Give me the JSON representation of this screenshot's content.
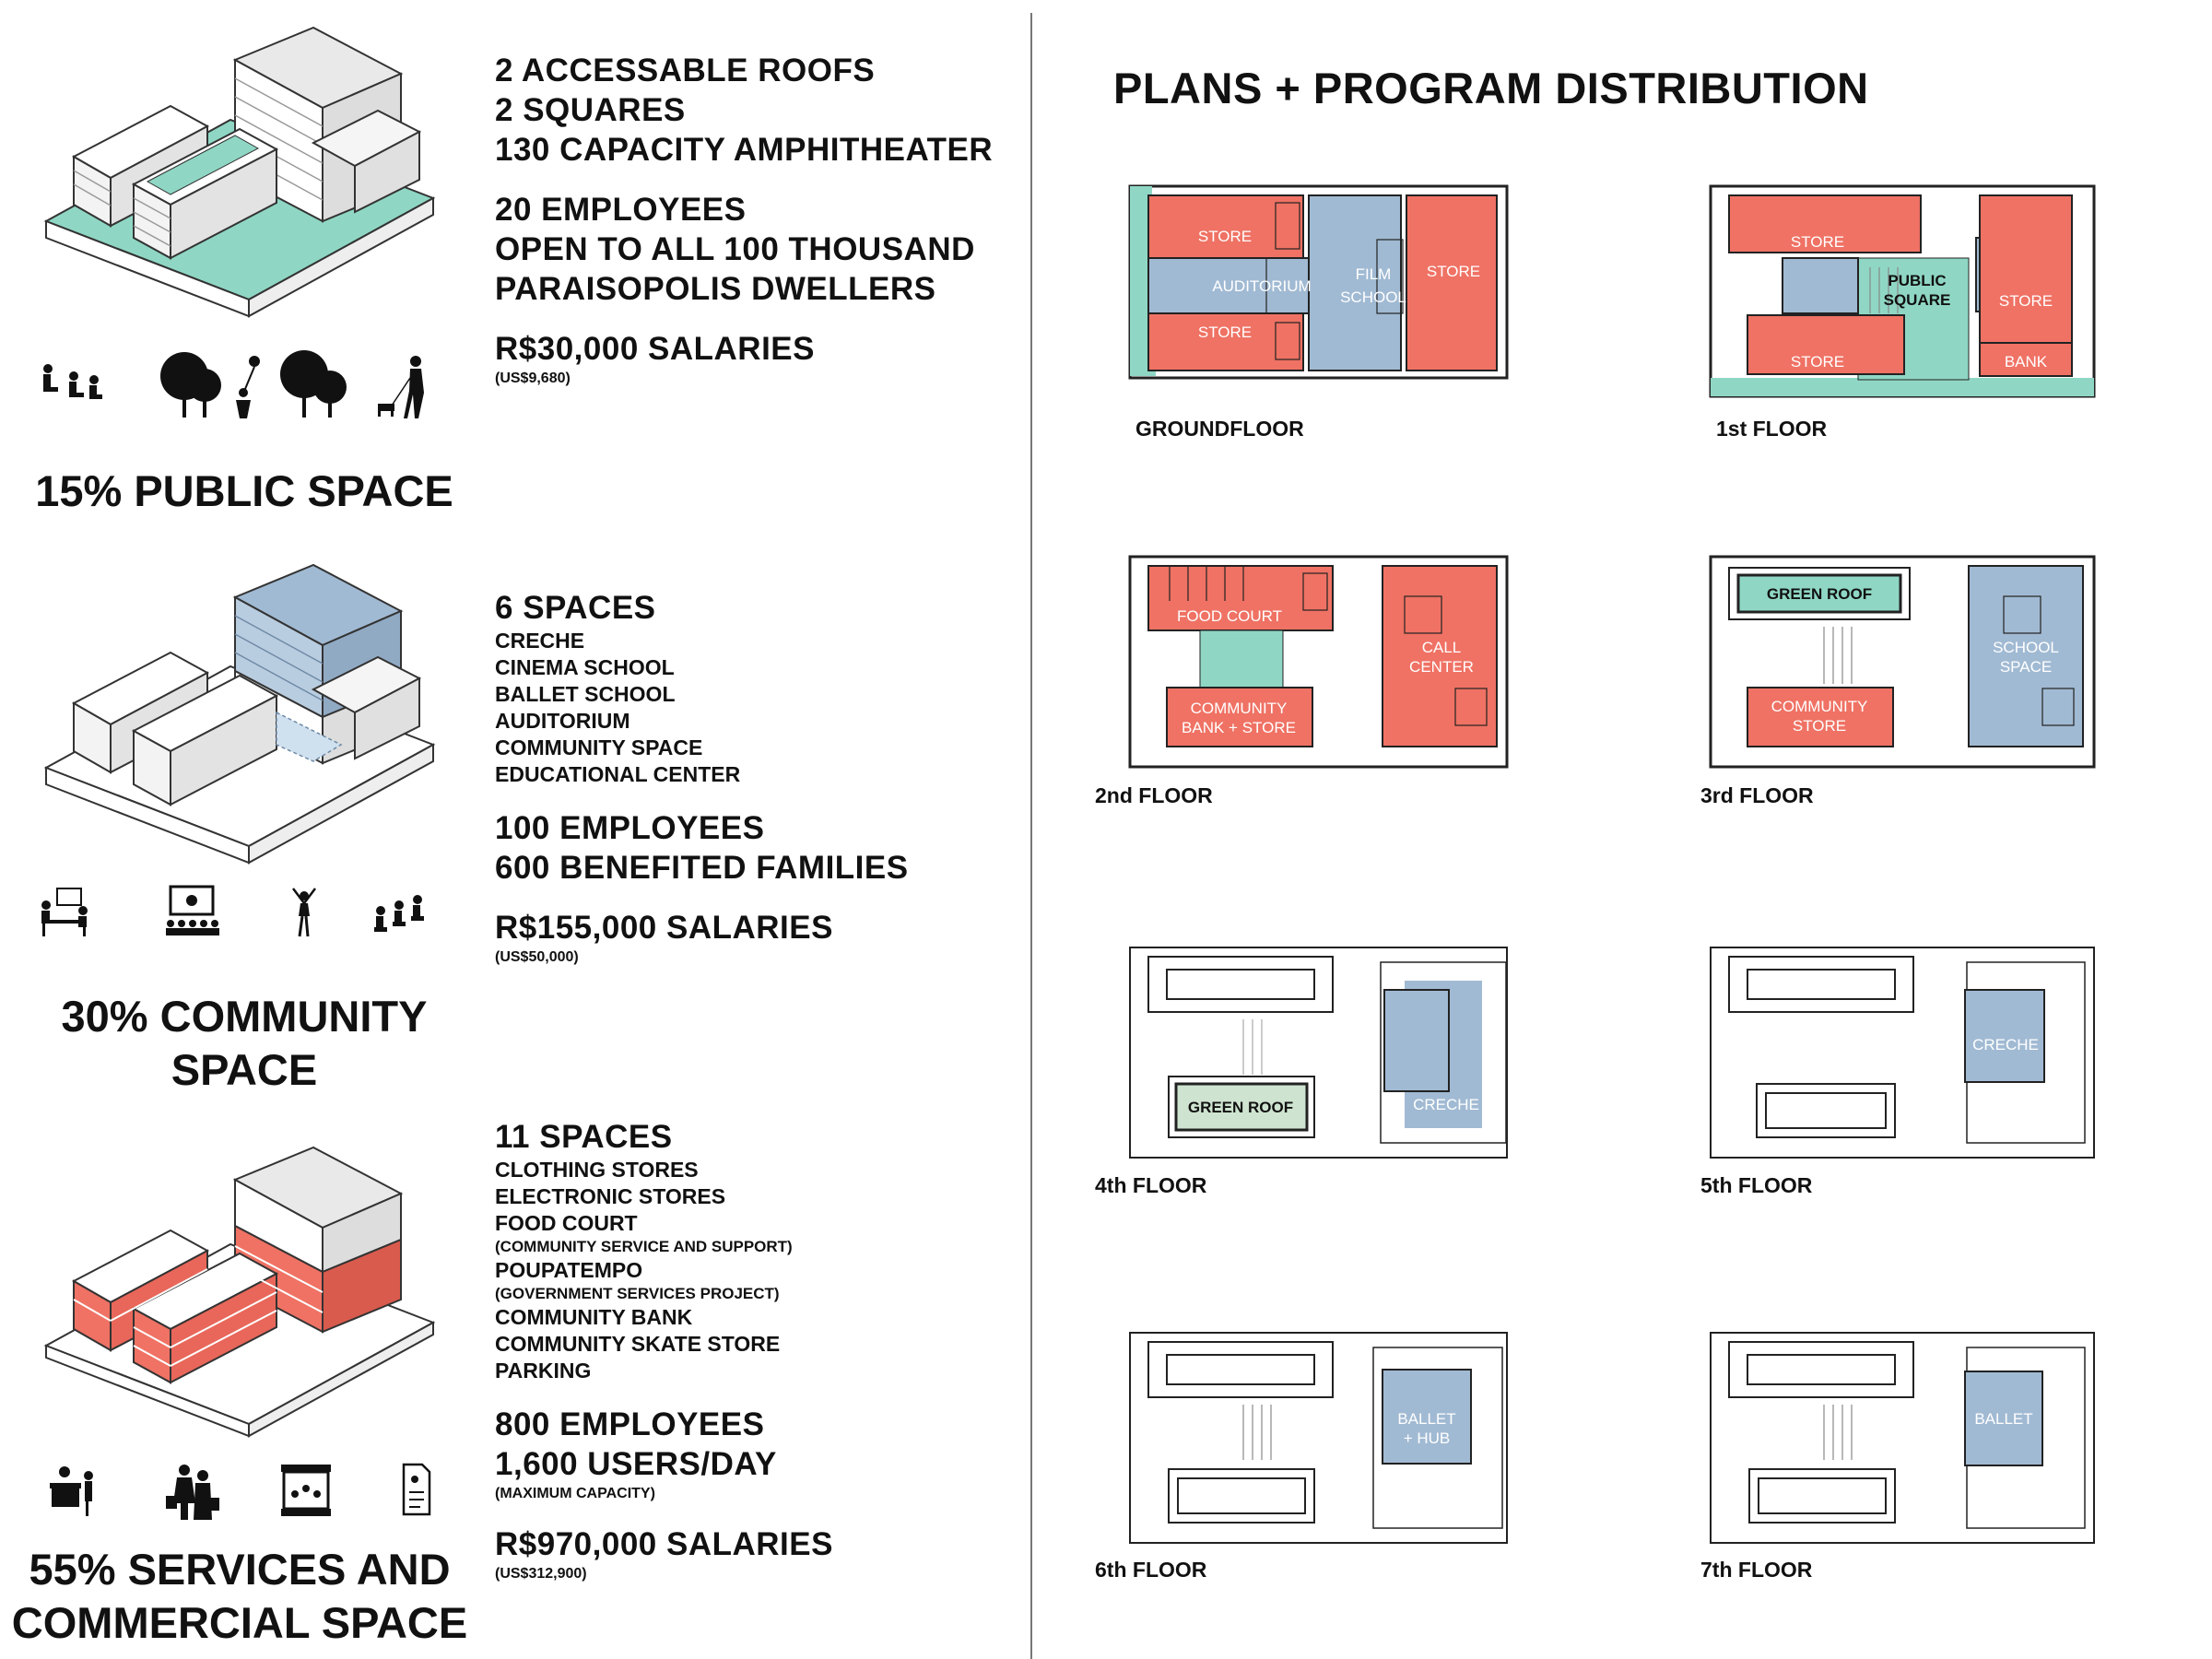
{
  "colors": {
    "public": "#8fd7c4",
    "community": "#a1bad3",
    "commercial": "#ef7264",
    "green_roof": "#cfe4d0"
  },
  "public_section": {
    "heading": "15% PUBLIC SPACE",
    "lines_top": [
      "2 ACCESSABLE ROOFS",
      "2 SQUARES",
      "130 CAPACITY AMPHITHEATER"
    ],
    "lines_mid": [
      "20 EMPLOYEES",
      "OPEN TO ALL 100 THOUSAND",
      "PARAISOPOLIS DWELLERS"
    ],
    "salary": "R$30,000 SALARIES",
    "salary_usd": "(US$9,680)",
    "icons": [
      "people-sitting-icon",
      "tree-icon",
      "child-balloon-icon",
      "tree-icon",
      "dog-walker-icon"
    ]
  },
  "community_section": {
    "heading_1": "30% COMMUNITY",
    "heading_2": "SPACE",
    "title": "6 SPACES",
    "items": [
      "CRECHE",
      "CINEMA SCHOOL",
      "BALLET SCHOOL",
      "AUDITORIUM",
      "COMMUNITY SPACE",
      "EDUCATIONAL CENTER"
    ],
    "lines_mid": [
      "100 EMPLOYEES",
      "600 BENEFITED FAMILIES"
    ],
    "salary": "R$155,000 SALARIES",
    "salary_usd": "(US$50,000)",
    "icons": [
      "classroom-icon",
      "cinema-icon",
      "ballet-icon",
      "audience-icon"
    ]
  },
  "services_section": {
    "heading_1": "55% SERVICES AND",
    "heading_2": "COMMERCIAL SPACE",
    "title": "11 SPACES",
    "items": [
      {
        "text": "CLOTHING STORES"
      },
      {
        "text": "ELECTRONIC STORES"
      },
      {
        "text": "FOOD COURT"
      },
      {
        "text": "(COMMUNITY SERVICE AND SUPPORT)",
        "note": true
      },
      {
        "text": "POUPATEMPO"
      },
      {
        "text": "(GOVERNMENT SERVICES PROJECT)",
        "note": true
      },
      {
        "text": "COMMUNITY BANK"
      },
      {
        "text": "COMMUNITY SKATE STORE"
      },
      {
        "text": "PARKING"
      }
    ],
    "lines_mid": [
      "800 EMPLOYEES",
      "1,600 USERS/DAY"
    ],
    "capacity_note": "(MAXIMUM CAPACITY)",
    "salary": "R$970,000 SALARIES",
    "salary_usd": "(US$312,900)",
    "icons": [
      "service-desk-icon",
      "shoppers-icon",
      "market-stall-icon",
      "document-icon"
    ]
  },
  "plans": {
    "title": "PLANS + PROGRAM DISTRIBUTION",
    "floors": [
      {
        "label": "GROUNDFLOOR",
        "rooms": [
          "STORE",
          "AUDITORIUM",
          "FILM",
          "SCHOOL",
          "STORE",
          "STORE"
        ]
      },
      {
        "label": "1st FLOOR",
        "rooms": [
          "STORE",
          "PUBLIC",
          "SQUARE",
          "STORE",
          "STORE",
          "BANK"
        ]
      },
      {
        "label": "2nd FLOOR",
        "rooms": [
          "FOOD COURT",
          "CALL",
          "CENTER",
          "COMMUNITY",
          "BANK + STORE"
        ]
      },
      {
        "label": "3rd FLOOR",
        "rooms": [
          "GREEN ROOF",
          "SCHOOL",
          "SPACE",
          "COMMUNITY",
          "STORE"
        ]
      },
      {
        "label": "4th FLOOR",
        "rooms": [
          "GREEN ROOF",
          "CRECHE"
        ]
      },
      {
        "label": "5th FLOOR",
        "rooms": [
          "CRECHE"
        ]
      },
      {
        "label": "6th FLOOR",
        "rooms": [
          "BALLET",
          "+ HUB"
        ]
      },
      {
        "label": "7th FLOOR",
        "rooms": [
          "BALLET"
        ]
      }
    ]
  }
}
